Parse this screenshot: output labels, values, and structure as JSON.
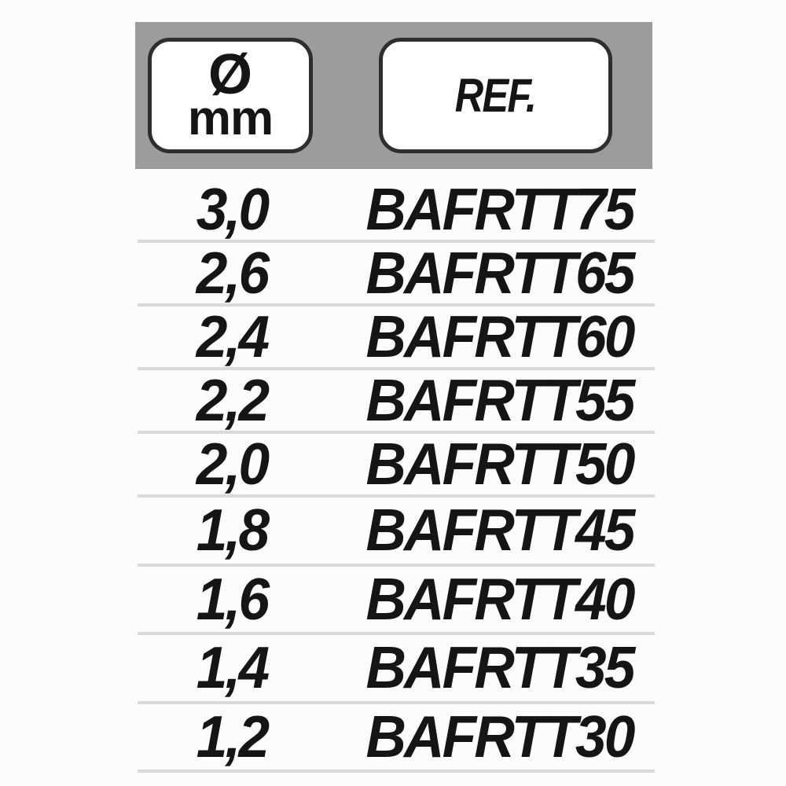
{
  "chart_data": {
    "type": "table",
    "columns": [
      "Ø mm",
      "REF."
    ],
    "rows": [
      [
        "3,0",
        "BAFRTT75"
      ],
      [
        "2,6",
        "BAFRTT65"
      ],
      [
        "2,4",
        "BAFRTT60"
      ],
      [
        "2,2",
        "BAFRTT55"
      ],
      [
        "2,0",
        "BAFRTT50"
      ],
      [
        "1,8",
        "BAFRTT45"
      ],
      [
        "1,6",
        "BAFRTT40"
      ],
      [
        "1,4",
        "BAFRTT35"
      ],
      [
        "1,2",
        "BAFRTT30"
      ]
    ]
  },
  "header": {
    "diameter_symbol": "Ø",
    "diameter_unit": "mm",
    "ref_label": "REF."
  },
  "rows": [
    {
      "diameter": "3,0",
      "ref": "BAFRTT75"
    },
    {
      "diameter": "2,6",
      "ref": "BAFRTT65"
    },
    {
      "diameter": "2,4",
      "ref": "BAFRTT60"
    },
    {
      "diameter": "2,2",
      "ref": "BAFRTT55"
    },
    {
      "diameter": "2,0",
      "ref": "BAFRTT50"
    },
    {
      "diameter": "1,8",
      "ref": "BAFRTT45"
    },
    {
      "diameter": "1,6",
      "ref": "BAFRTT40"
    },
    {
      "diameter": "1,4",
      "ref": "BAFRTT35"
    },
    {
      "diameter": "1,2",
      "ref": "BAFRTT30"
    }
  ],
  "colors": {
    "header_bg": "#9c9c9c",
    "pill_bg": "#ffffff",
    "pill_border": "#2e2e2e",
    "text": "#151515",
    "separator": "#d9d9d9",
    "page_bg": "#fcfcfc"
  }
}
